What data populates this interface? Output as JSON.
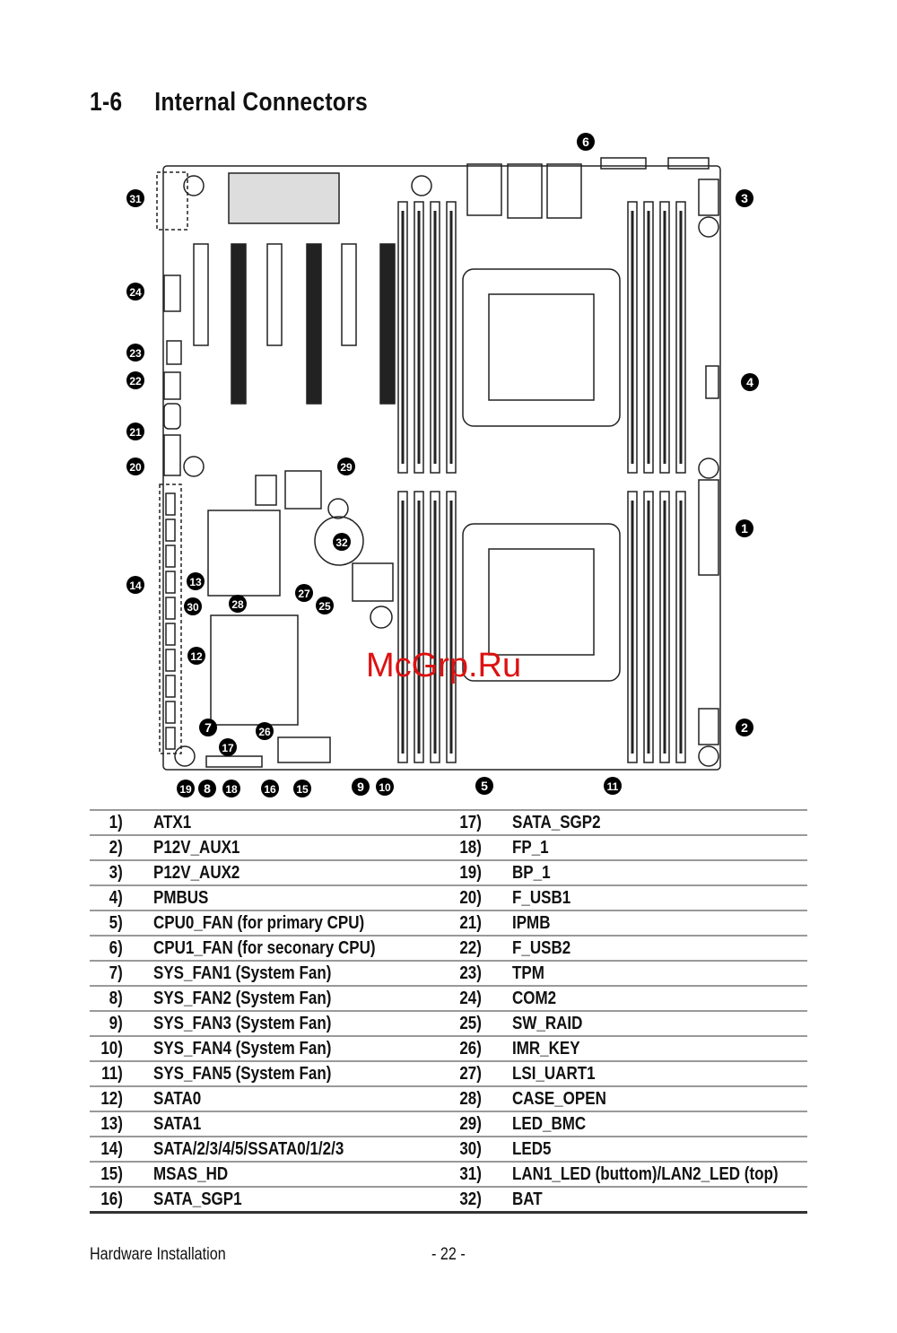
{
  "heading": {
    "section": "1-6",
    "title": "Internal Connectors"
  },
  "watermark": "McGrp.Ru",
  "connectors_left": [
    {
      "num": "1)",
      "name": "ATX1"
    },
    {
      "num": "2)",
      "name": "P12V_AUX1"
    },
    {
      "num": "3)",
      "name": "P12V_AUX2"
    },
    {
      "num": "4)",
      "name": "PMBUS"
    },
    {
      "num": "5)",
      "name": "CPU0_FAN (for primary CPU)"
    },
    {
      "num": "6)",
      "name": "CPU1_FAN (for seconary CPU)"
    },
    {
      "num": "7)",
      "name": "SYS_FAN1 (System Fan)"
    },
    {
      "num": "8)",
      "name": "SYS_FAN2 (System Fan)"
    },
    {
      "num": "9)",
      "name": "SYS_FAN3 (System Fan)"
    },
    {
      "num": "10)",
      "name": "SYS_FAN4 (System Fan)"
    },
    {
      "num": "11)",
      "name": "SYS_FAN5 (System Fan)"
    },
    {
      "num": "12)",
      "name": "SATA0"
    },
    {
      "num": "13)",
      "name": "SATA1"
    },
    {
      "num": "14)",
      "name": "SATA/2/3/4/5/SSATA0/1/2/3"
    },
    {
      "num": "15)",
      "name": "MSAS_HD"
    },
    {
      "num": "16)",
      "name": "SATA_SGP1"
    }
  ],
  "connectors_right": [
    {
      "num": "17)",
      "name": "SATA_SGP2"
    },
    {
      "num": "18)",
      "name": "FP_1"
    },
    {
      "num": "19)",
      "name": "BP_1"
    },
    {
      "num": "20)",
      "name": "F_USB1"
    },
    {
      "num": "21)",
      "name": "IPMB"
    },
    {
      "num": "22)",
      "name": "F_USB2"
    },
    {
      "num": "23)",
      "name": "TPM"
    },
    {
      "num": "24)",
      "name": "COM2"
    },
    {
      "num": "25)",
      "name": "SW_RAID"
    },
    {
      "num": "26)",
      "name": "IMR_KEY"
    },
    {
      "num": "27)",
      "name": "LSI_UART1"
    },
    {
      "num": "28)",
      "name": "CASE_OPEN"
    },
    {
      "num": "29)",
      "name": "LED_BMC"
    },
    {
      "num": "30)",
      "name": "LED5"
    },
    {
      "num": "31)",
      "name": "LAN1_LED (buttom)/LAN2_LED (top)"
    },
    {
      "num": "32)",
      "name": "BAT"
    }
  ],
  "footer": {
    "left": "Hardware Installation",
    "page": "- 22 -"
  }
}
